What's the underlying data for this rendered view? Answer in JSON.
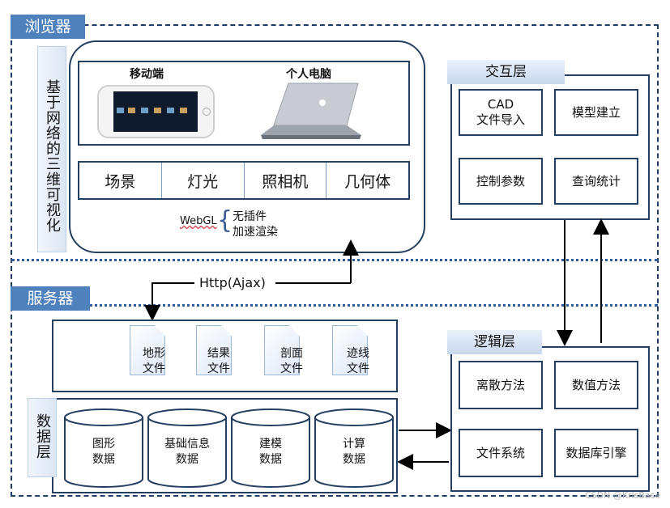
{
  "browser": {
    "title": "浏览器",
    "side_label": "基于网络的三维可视化",
    "devices": {
      "mobile_label": "移动端",
      "pc_label": "个人电脑"
    },
    "features": [
      "场景",
      "灯光",
      "照相机",
      "几何体"
    ],
    "webgl": {
      "label": "WebGL",
      "items": [
        "无插件",
        "加速渲染"
      ]
    }
  },
  "interaction_layer": {
    "title": "交互层",
    "items": [
      "CAD\n文件导入",
      "模型建立",
      "控制参数",
      "查询统计"
    ]
  },
  "connection": {
    "label": "Http(Ajax)"
  },
  "server": {
    "title": "服务器"
  },
  "files": [
    "地形\n文件",
    "结果\n文件",
    "剖面\n文件",
    "迹线\n文件"
  ],
  "data_layer": {
    "title": "数据层",
    "items": [
      "图形\n数据",
      "基础信息\n数据",
      "建模\n数据",
      "计算\n数据"
    ]
  },
  "logic_layer": {
    "title": "逻辑层",
    "items": [
      "离散方法",
      "数值方法",
      "文件系统",
      "数据库引擎"
    ]
  },
  "watermark": "CSDN @KrisBase",
  "colors": {
    "frame": "#1f3b66",
    "label_bg": "#4f81bd",
    "dotted": "#2f5f9e"
  }
}
